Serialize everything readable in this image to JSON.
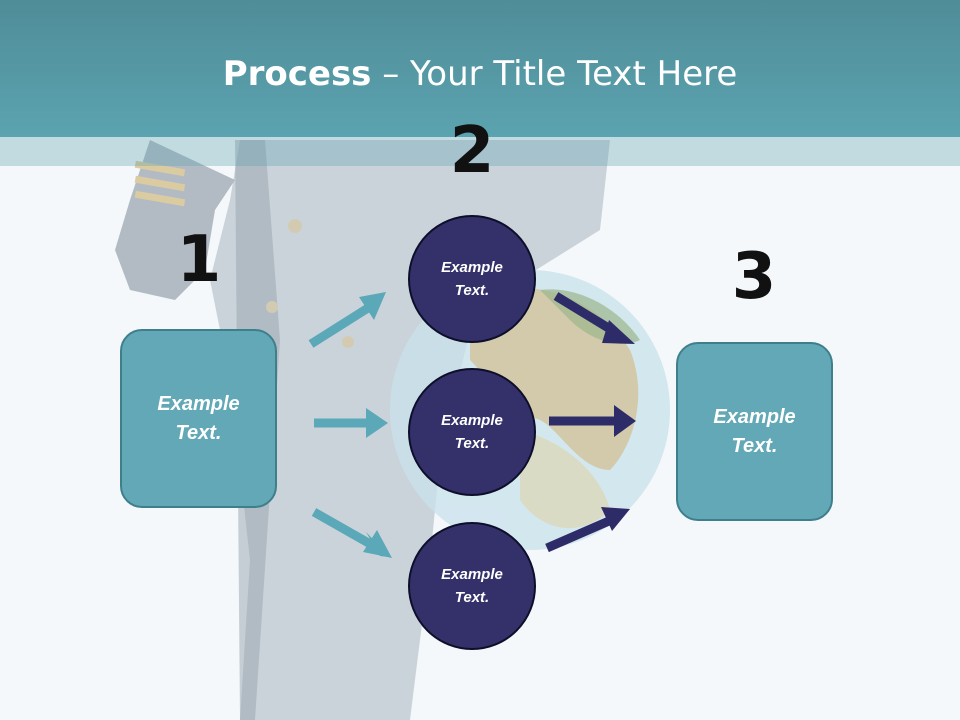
{
  "title": {
    "bold": "Process",
    "rest": " – Your Title Text Here"
  },
  "steps": [
    {
      "number": "1"
    },
    {
      "number": "2"
    },
    {
      "number": "3"
    }
  ],
  "boxes": [
    {
      "label": "Example\nText."
    },
    {
      "label": "Example\nText."
    }
  ],
  "circles": [
    {
      "label": "Example\nText."
    },
    {
      "label": "Example\nText."
    },
    {
      "label": "Example\nText."
    }
  ],
  "colors": {
    "header": "#5ba3b0",
    "box_fill": "#62a8b6",
    "circle_fill": "#34306a",
    "teal_arrow": "#5ba8b8",
    "navy_arrow": "#2e2c68"
  }
}
